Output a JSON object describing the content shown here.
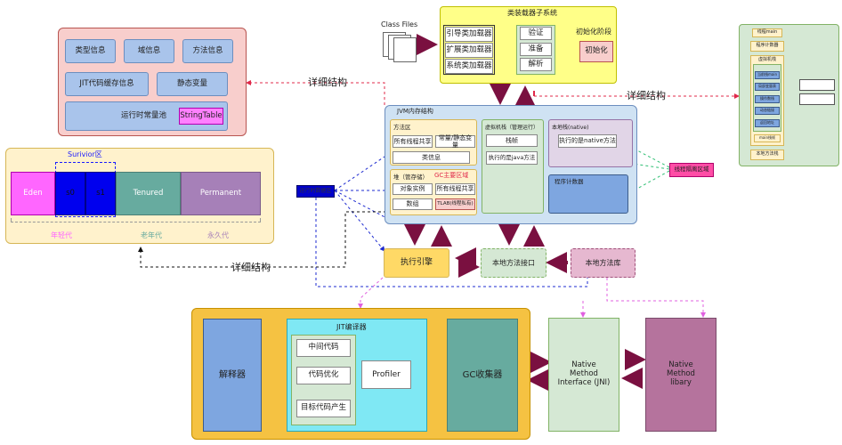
{
  "method_area_detail": {
    "type_info": "类型信息",
    "field_info": "域信息",
    "method_info": "方法信息",
    "jit_cache": "JIT代码缓存信息",
    "static_vars": "静态变量",
    "runtime_pool": "运行时常量池",
    "string_table": "StringTable"
  },
  "detail_labels": {
    "top": "详细结构",
    "mid_left": "详细结构",
    "right": "详细结构"
  },
  "heap_detail": {
    "survivor_label": "Surivior区",
    "eden": "Eden",
    "s0": "s0",
    "s1": "s1",
    "tenured": "Tenured",
    "permanent": "Permanent",
    "young_gen": "年轻代",
    "old_gen": "老年代",
    "perm_gen": "永久代"
  },
  "class_files": "Class Files",
  "class_loader": {
    "title": "类装载器子系统",
    "bootstrap": "引导类加载器",
    "extension": "扩展类加载器",
    "system": "系统类加载器",
    "verify": "验证",
    "prepare": "准备",
    "resolve": "解析",
    "init_phase": "初始化阶段",
    "init": "初始化"
  },
  "runtime": {
    "title": "JVM内存结构",
    "method_area": "方法区",
    "method_shared": "所有线程共享",
    "const_static": "常量/静态变量",
    "class_info": "类信息",
    "heap": "堆（管存储）",
    "gc_main": "GC主要区域",
    "obj_instance": "对象实例",
    "heap_shared": "所有线程共享",
    "array": "数组",
    "tlab": "TLAB(线程私有)",
    "vm_stack": "虚拟机栈（管理运行）",
    "stack_frame": "栈帧",
    "java_method": "执行的是java方法",
    "native_stack": "本地栈(native)",
    "native_method": "执行的是native方法",
    "pc": "程序计数器",
    "thread_private": "线程隔离区域",
    "runtime_data_area": "运行时数据区"
  },
  "thread_detail": {
    "thread_main": "线程main",
    "pc_reg": "程序计数器",
    "vm_stack": "虚拟机栈",
    "frame_main": "当前栈main",
    "local_vars": "局部变量表",
    "operand_stack": "操作数栈",
    "dynamic_link": "动态链接",
    "return_addr": "返回地址",
    "main_frame": "main栈帧",
    "native_stack": "本地方法栈"
  },
  "exec_engine": "执行引擎",
  "native_interface": "本地方法接口",
  "native_lib": "本地方法库",
  "engine": {
    "interpreter": "解释器",
    "jit": "JIT编译器",
    "intermediate": "中间代码",
    "optimize": "代码优化",
    "target_gen": "目标代码产生",
    "profiler": "Profiler",
    "gc": "GC收集器",
    "jni": "Native Method Interface (JNI)",
    "native_library": "Native Method libary"
  }
}
